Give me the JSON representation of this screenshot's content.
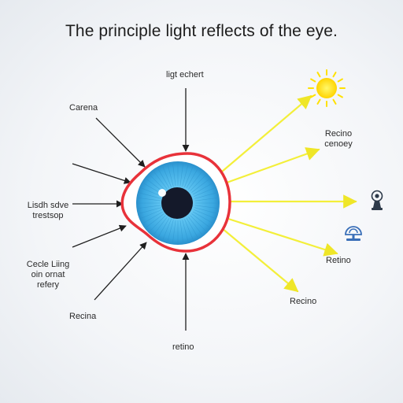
{
  "title": "The principle light reflects of the eye.",
  "labels": {
    "top": "ligt echert",
    "carena": "Carena",
    "left_mid_line1": "Lisdh sdve",
    "left_mid_line2": "trestsop",
    "left_lower_line1": "Cecle Liing",
    "left_lower_line2": "oin ornat",
    "left_lower_line3": "refery",
    "bottom_left": "Recina",
    "bottom": "retino",
    "right_top_line1": "Recino",
    "right_top_line2": "cenoey",
    "right_mid": "Retino",
    "right_bottom": "Recino"
  },
  "icons": [
    "sun-icon",
    "lamp-icon",
    "dome-lamp-icon"
  ],
  "colors": {
    "ray": "#f3ef3a",
    "sun": "#fff200",
    "eye_outline": "#e8323a",
    "iris": "#4ab6e9",
    "pupil": "#14192a",
    "arrow": "#1f1f1f"
  }
}
